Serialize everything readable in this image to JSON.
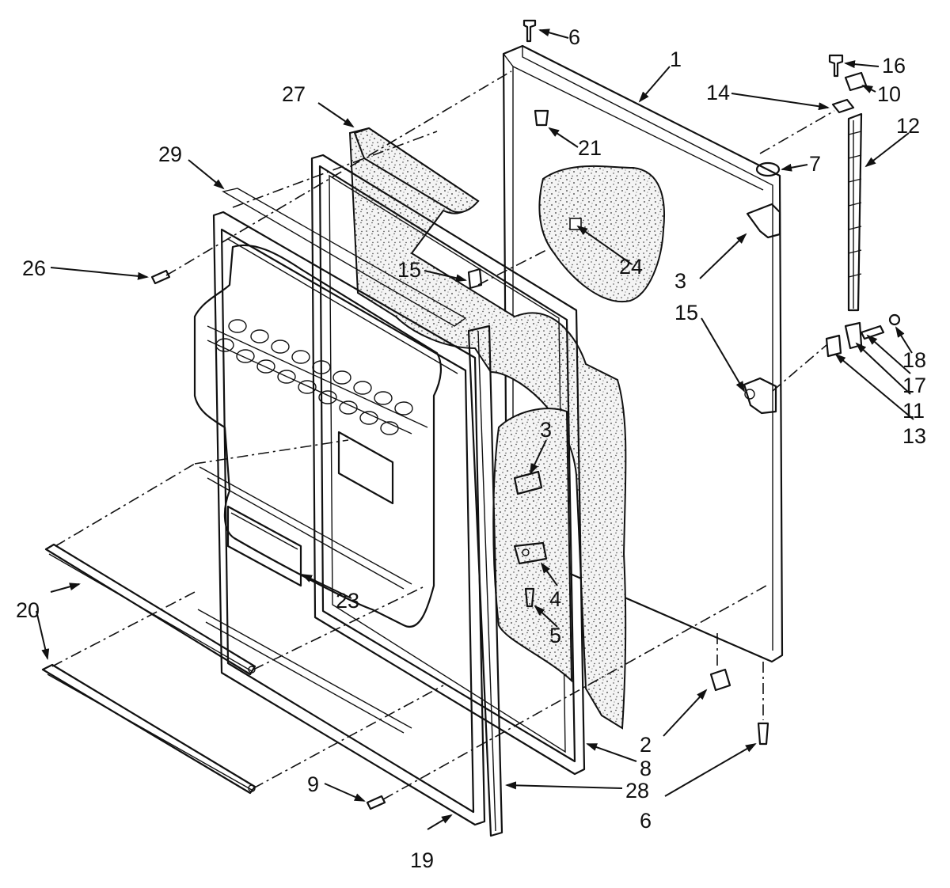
{
  "callouts": [
    {
      "id": "c-6-top",
      "text": "6"
    },
    {
      "id": "c-1",
      "text": "1"
    },
    {
      "id": "c-16",
      "text": "16"
    },
    {
      "id": "c-10",
      "text": "10"
    },
    {
      "id": "c-14",
      "text": "14"
    },
    {
      "id": "c-12",
      "text": "12"
    },
    {
      "id": "c-27",
      "text": "27"
    },
    {
      "id": "c-21",
      "text": "21"
    },
    {
      "id": "c-7",
      "text": "7"
    },
    {
      "id": "c-29",
      "text": "29"
    },
    {
      "id": "c-24",
      "text": "24"
    },
    {
      "id": "c-3-right",
      "text": "3"
    },
    {
      "id": "c-26",
      "text": "26"
    },
    {
      "id": "c-15-mid",
      "text": "15"
    },
    {
      "id": "c-15-right",
      "text": "15"
    },
    {
      "id": "c-18",
      "text": "18"
    },
    {
      "id": "c-17",
      "text": "17"
    },
    {
      "id": "c-11",
      "text": "11"
    },
    {
      "id": "c-13",
      "text": "13"
    },
    {
      "id": "c-3-mid",
      "text": "3"
    },
    {
      "id": "c-4",
      "text": "4"
    },
    {
      "id": "c-5",
      "text": "5"
    },
    {
      "id": "c-23",
      "text": "23"
    },
    {
      "id": "c-20",
      "text": "20"
    },
    {
      "id": "c-2",
      "text": "2"
    },
    {
      "id": "c-8",
      "text": "8"
    },
    {
      "id": "c-9",
      "text": "9"
    },
    {
      "id": "c-28",
      "text": "28"
    },
    {
      "id": "c-6-bottom",
      "text": "6"
    },
    {
      "id": "c-19",
      "text": "19"
    }
  ]
}
